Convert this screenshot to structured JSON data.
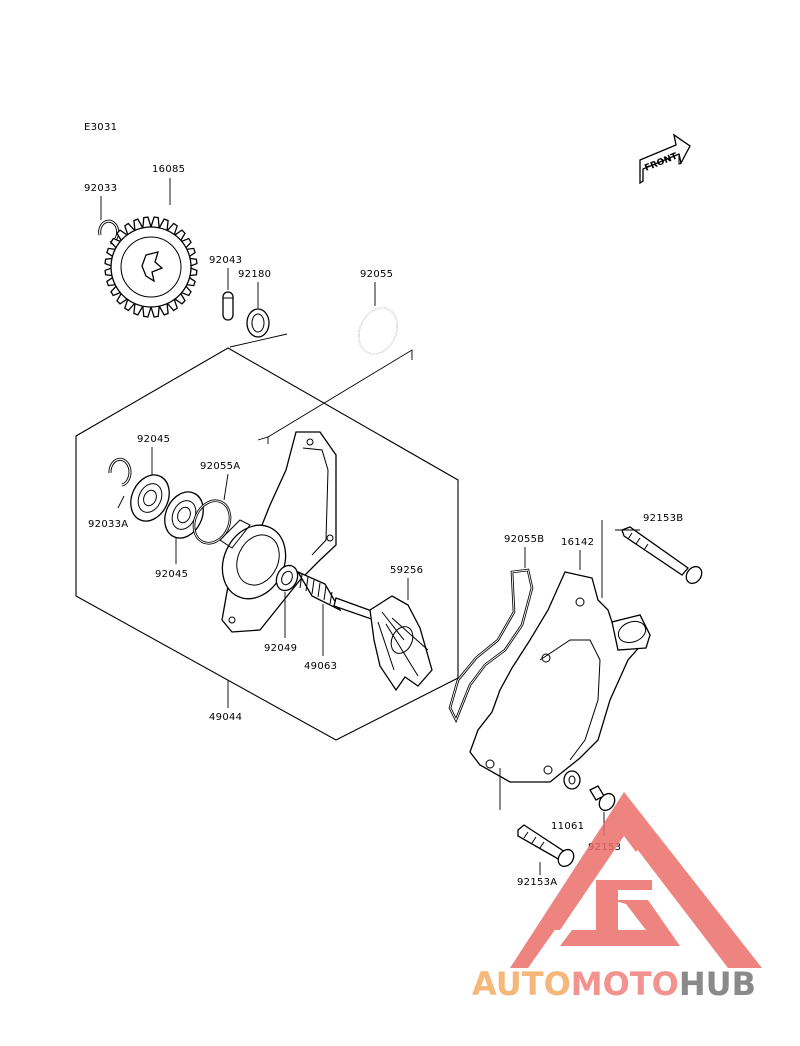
{
  "diagram": {
    "code": "E3031",
    "front_label": "FRONT",
    "parts": {
      "p92033": "92033",
      "p16085": "16085",
      "p92043": "92043",
      "p92180": "92180",
      "p92055": "92055",
      "p92045a": "92045",
      "p92055A": "92055A",
      "p92033A": "92033A",
      "p92045b": "92045",
      "p59256": "59256",
      "p92049": "92049",
      "p49063": "49063",
      "p49044": "49044",
      "p92055B": "92055B",
      "p16142": "16142",
      "p92153B": "92153B",
      "p11061": "11061",
      "p92153": "92153",
      "p92153A": "92153A"
    }
  },
  "watermark": {
    "brand_part1": "AUTO",
    "brand_part2": "MOTO",
    "brand_part3": "HUB",
    "colors": {
      "auto": "#f5b87a",
      "moto": "#f2938f",
      "hub": "#8a8a8a",
      "logo": "#ec6f6a"
    }
  }
}
